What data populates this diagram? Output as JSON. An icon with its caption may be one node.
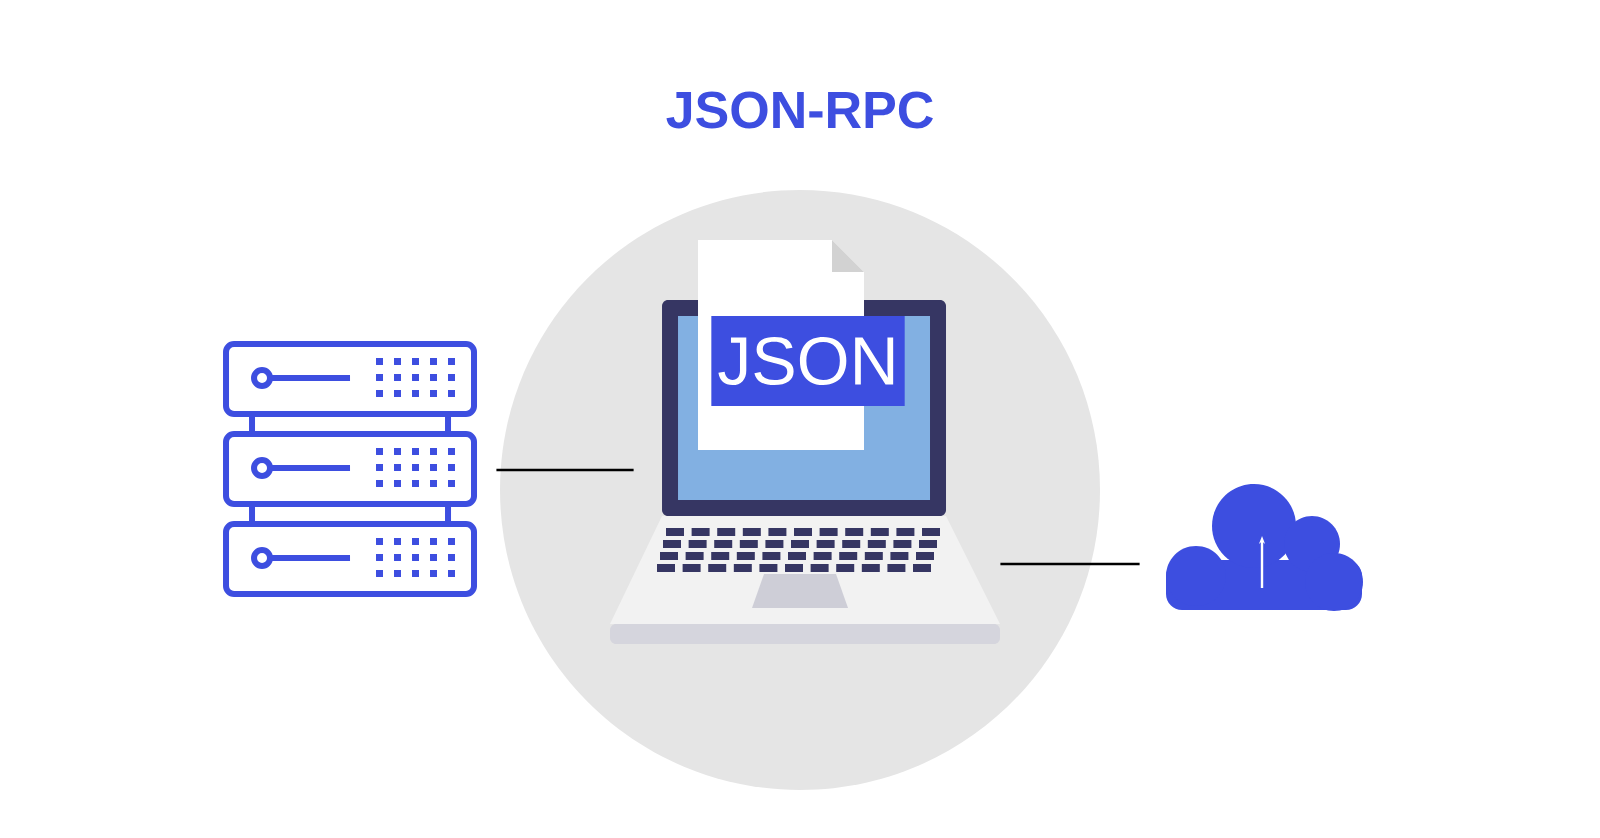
{
  "diagram": {
    "title": "JSON-RPC",
    "nodes": [
      {
        "text": [],
        "shape": "picture"
      },
      {
        "text": [
          "JSON"
        ]
      },
      {
        "text": [],
        "shape": "cloud"
      }
    ],
    "edges": [
      {
        "from": 0,
        "to": 1,
        "arrow": "none"
      },
      {
        "from": 1,
        "to": 2,
        "arrow": "none"
      }
    ]
  }
}
